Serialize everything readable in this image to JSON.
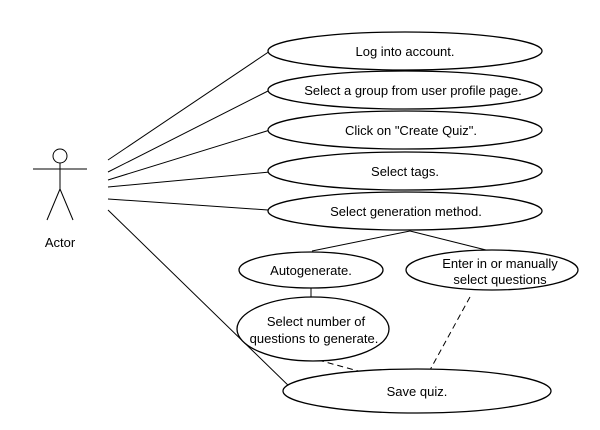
{
  "actor": {
    "name": "Actor",
    "icon": "stick-figure-icon"
  },
  "use_cases": {
    "login": "Log into account.",
    "select_group": "Select a group from user profile page.",
    "create_quiz": "Click on \"Create Quiz\".",
    "select_tags": "Select tags.",
    "generation_method": "Select generation method.",
    "autogenerate": "Autogenerate.",
    "manual_line1": "Enter in or manually",
    "manual_line2": "select questions",
    "number_line1": "Select number of",
    "number_line2": "questions to generate.",
    "save_quiz": "Save quiz."
  },
  "colors": {
    "line": "#000000",
    "fill": "#ffffff"
  }
}
